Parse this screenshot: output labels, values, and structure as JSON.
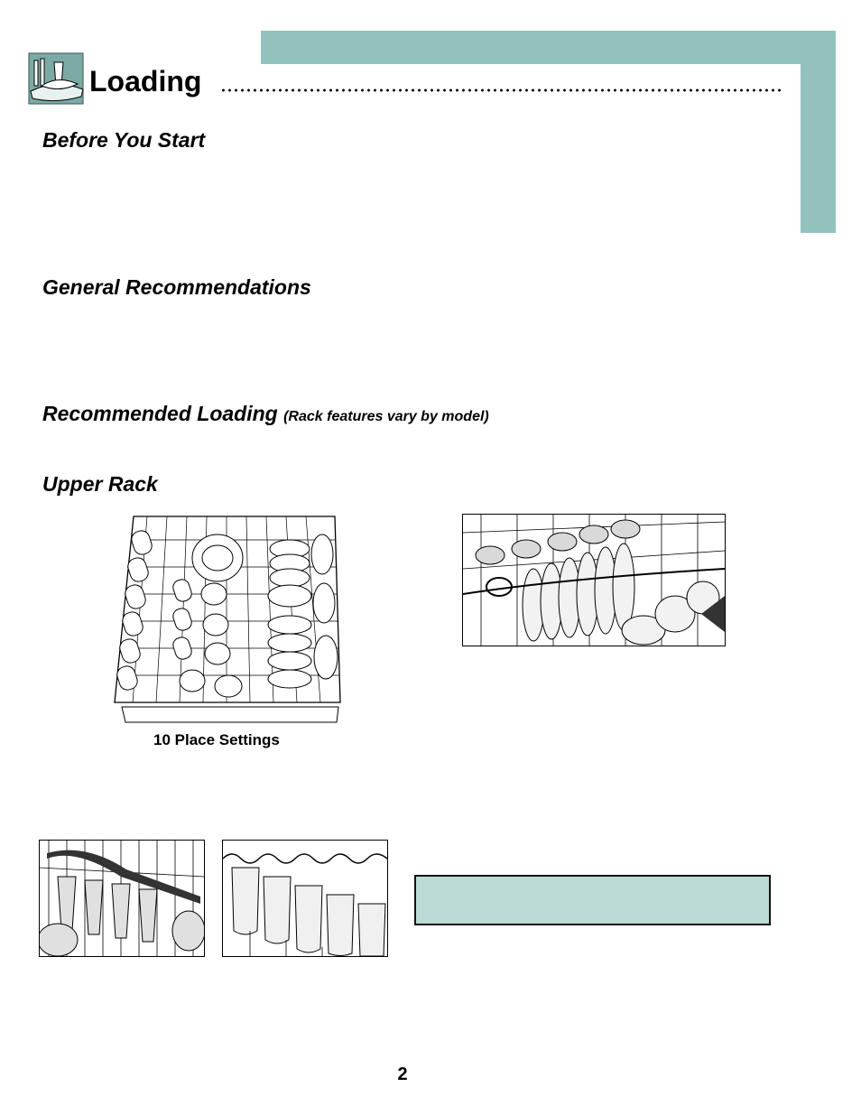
{
  "page": {
    "title": "Loading",
    "page_number": "2"
  },
  "sections": {
    "before_you_start": "Before You Start",
    "general_recommendations": "General Recommendations",
    "recommended_loading": "Recommended Loading",
    "recommended_loading_note": "(Rack features vary by model)",
    "upper_rack": "Upper Rack"
  },
  "figures": {
    "rack_caption": "10 Place Settings"
  },
  "icons": {
    "section_icon": "dishes-icon"
  },
  "colors": {
    "accent_teal": "#93c2bc",
    "note_box_fill": "#bcdad6"
  }
}
